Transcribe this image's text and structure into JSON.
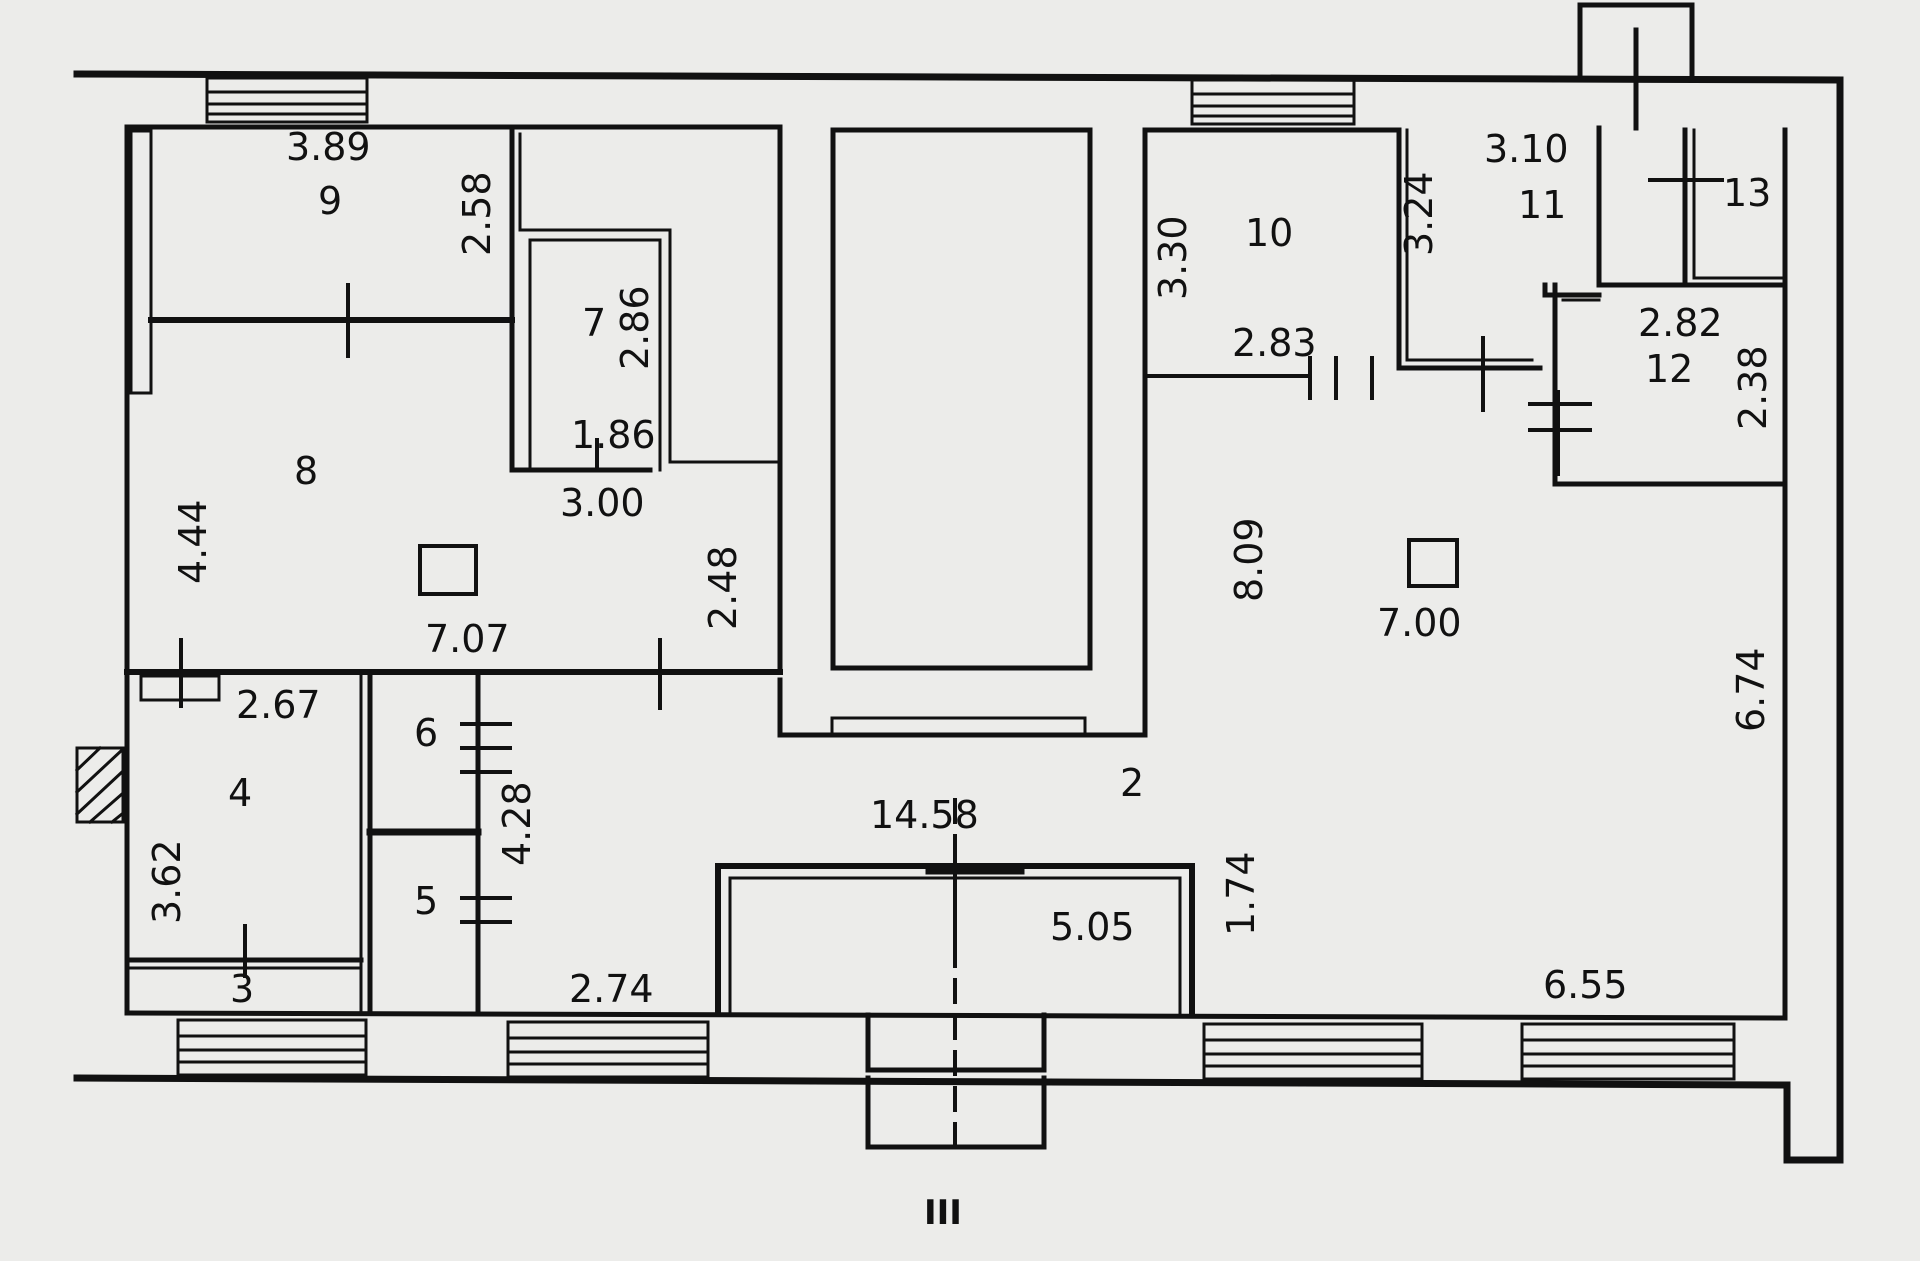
{
  "plan": {
    "rooms": [
      {
        "id": "room-2",
        "number": "2"
      },
      {
        "id": "room-3",
        "number": "3"
      },
      {
        "id": "room-4",
        "number": "4"
      },
      {
        "id": "room-5",
        "number": "5"
      },
      {
        "id": "room-6",
        "number": "6"
      },
      {
        "id": "room-7",
        "number": "7"
      },
      {
        "id": "room-8",
        "number": "8"
      },
      {
        "id": "room-9",
        "number": "9"
      },
      {
        "id": "room-10",
        "number": "10"
      },
      {
        "id": "room-11",
        "number": "11"
      },
      {
        "id": "room-12",
        "number": "12"
      },
      {
        "id": "room-13",
        "number": "13"
      }
    ],
    "dimensions": [
      {
        "id": "dim-3-89",
        "value": "3.89"
      },
      {
        "id": "dim-2-58",
        "value": "2.58"
      },
      {
        "id": "dim-2-86",
        "value": "2.86"
      },
      {
        "id": "dim-1-86",
        "value": "1.86"
      },
      {
        "id": "dim-3-00",
        "value": "3.00"
      },
      {
        "id": "dim-4-44",
        "value": "4.44"
      },
      {
        "id": "dim-2-48",
        "value": "2.48"
      },
      {
        "id": "dim-7-07",
        "value": "7.07"
      },
      {
        "id": "dim-3-30",
        "value": "3.30"
      },
      {
        "id": "dim-3-10",
        "value": "3.10"
      },
      {
        "id": "dim-3-24",
        "value": "3.24"
      },
      {
        "id": "dim-2-83",
        "value": "2.83"
      },
      {
        "id": "dim-2-82",
        "value": "2.82"
      },
      {
        "id": "dim-2-38",
        "value": "2.38"
      },
      {
        "id": "dim-8-09",
        "value": "8.09"
      },
      {
        "id": "dim-7-00",
        "value": "7.00"
      },
      {
        "id": "dim-6-74",
        "value": "6.74"
      },
      {
        "id": "dim-2-67",
        "value": "2.67"
      },
      {
        "id": "dim-3-62",
        "value": "3.62"
      },
      {
        "id": "dim-4-28",
        "value": "4.28"
      },
      {
        "id": "dim-14-58",
        "value": "14.58"
      },
      {
        "id": "dim-5-05",
        "value": "5.05"
      },
      {
        "id": "dim-1-74",
        "value": "1.74"
      },
      {
        "id": "dim-2-74",
        "value": "2.74"
      },
      {
        "id": "dim-6-55",
        "value": "6.55"
      }
    ],
    "entrance_label": "III"
  }
}
